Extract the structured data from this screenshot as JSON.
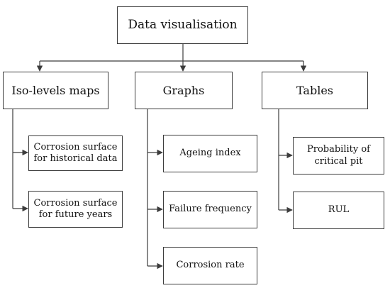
{
  "diagram": {
    "root": {
      "label": "Data visualisation"
    },
    "categories": [
      {
        "label": "Iso-levels maps",
        "items": [
          {
            "label": "Corrosion surface for historical data"
          },
          {
            "label": "Corrosion surface for future years"
          }
        ]
      },
      {
        "label": "Graphs",
        "items": [
          {
            "label": "Ageing index"
          },
          {
            "label": "Failure frequency"
          },
          {
            "label": "Corrosion rate"
          }
        ]
      },
      {
        "label": "Tables",
        "items": [
          {
            "label": "Probability of critical pit"
          },
          {
            "label": "RUL"
          }
        ]
      }
    ]
  }
}
